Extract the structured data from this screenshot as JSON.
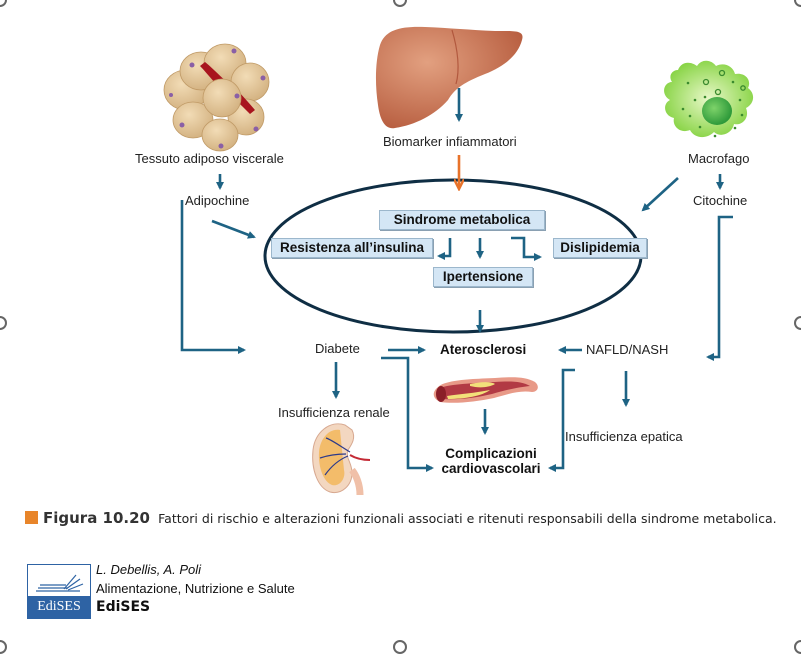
{
  "diagram": {
    "top_nodes": {
      "adipose": "Tessuto adiposo viscerale",
      "liver": "Biomarker infiammatori",
      "macrophage": "Macrofago"
    },
    "secretions": {
      "adipochine": "Adipochine",
      "citochine": "Citochine"
    },
    "syndrome": {
      "title": "Sindrome metabolica",
      "components": [
        "Resistenza all’insulina",
        "Ipertensione",
        "Dislipidemia"
      ]
    },
    "outcomes": {
      "diabete": "Diabete",
      "aterosclerosi": "Aterosclerosi",
      "nafld": "NAFLD/NASH",
      "renal": "Insufficienza renale",
      "hepatic": "Insufficienza epatica",
      "cardio_line1": "Complicazioni",
      "cardio_line2": "cardiovascolari"
    },
    "colors": {
      "arrow": "#1e6384",
      "highlight_arrow": "#e8732a",
      "ellipse": "#0f2e44",
      "box_fill": "#d4e6f5",
      "caption_square": "#e8852a",
      "publisher_blue": "#2e63a4"
    }
  },
  "caption": {
    "figure_label": "Figura 10.20",
    "text": "Fattori di rischio e alterazioni funzionali associati e ritenuti responsabili della sindrome metabolica."
  },
  "publisher": {
    "authors": "L. Debellis, A. Poli",
    "book_title": "Alimentazione, Nutrizione e Salute",
    "publisher_name": "EdiSES",
    "logo_text": "EdiSES"
  }
}
